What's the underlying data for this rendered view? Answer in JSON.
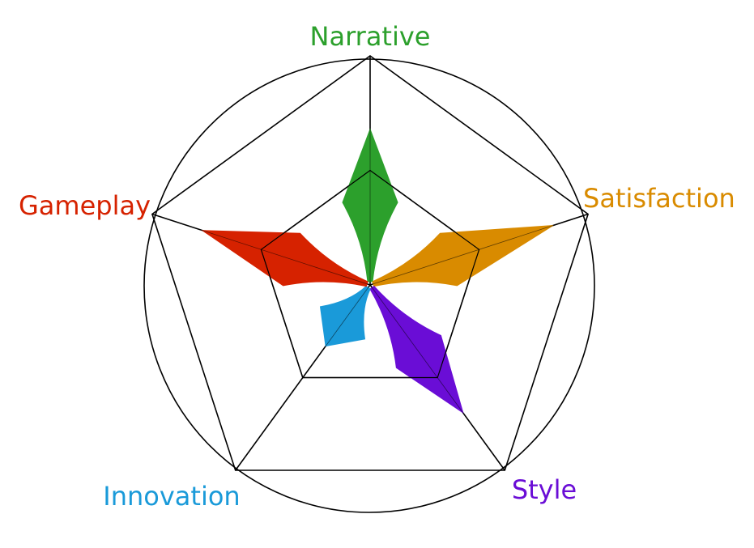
{
  "chart_data": {
    "type": "radar",
    "title": "",
    "axes": [
      {
        "label": "Narrative",
        "color": "#2ca02c",
        "value": 0.68
      },
      {
        "label": "Satisfaction",
        "color": "#d98b00",
        "value": 0.84
      },
      {
        "label": "Style",
        "color": "#6a0dd6",
        "value": 0.69
      },
      {
        "label": "Innovation",
        "color": "#1a9ad9",
        "value": 0.33
      },
      {
        "label": "Gameplay",
        "color": "#d62200",
        "value": 0.77
      }
    ],
    "value_range": [
      0,
      1
    ],
    "rings": [
      0.5,
      1.0
    ],
    "outer_circle": true
  }
}
